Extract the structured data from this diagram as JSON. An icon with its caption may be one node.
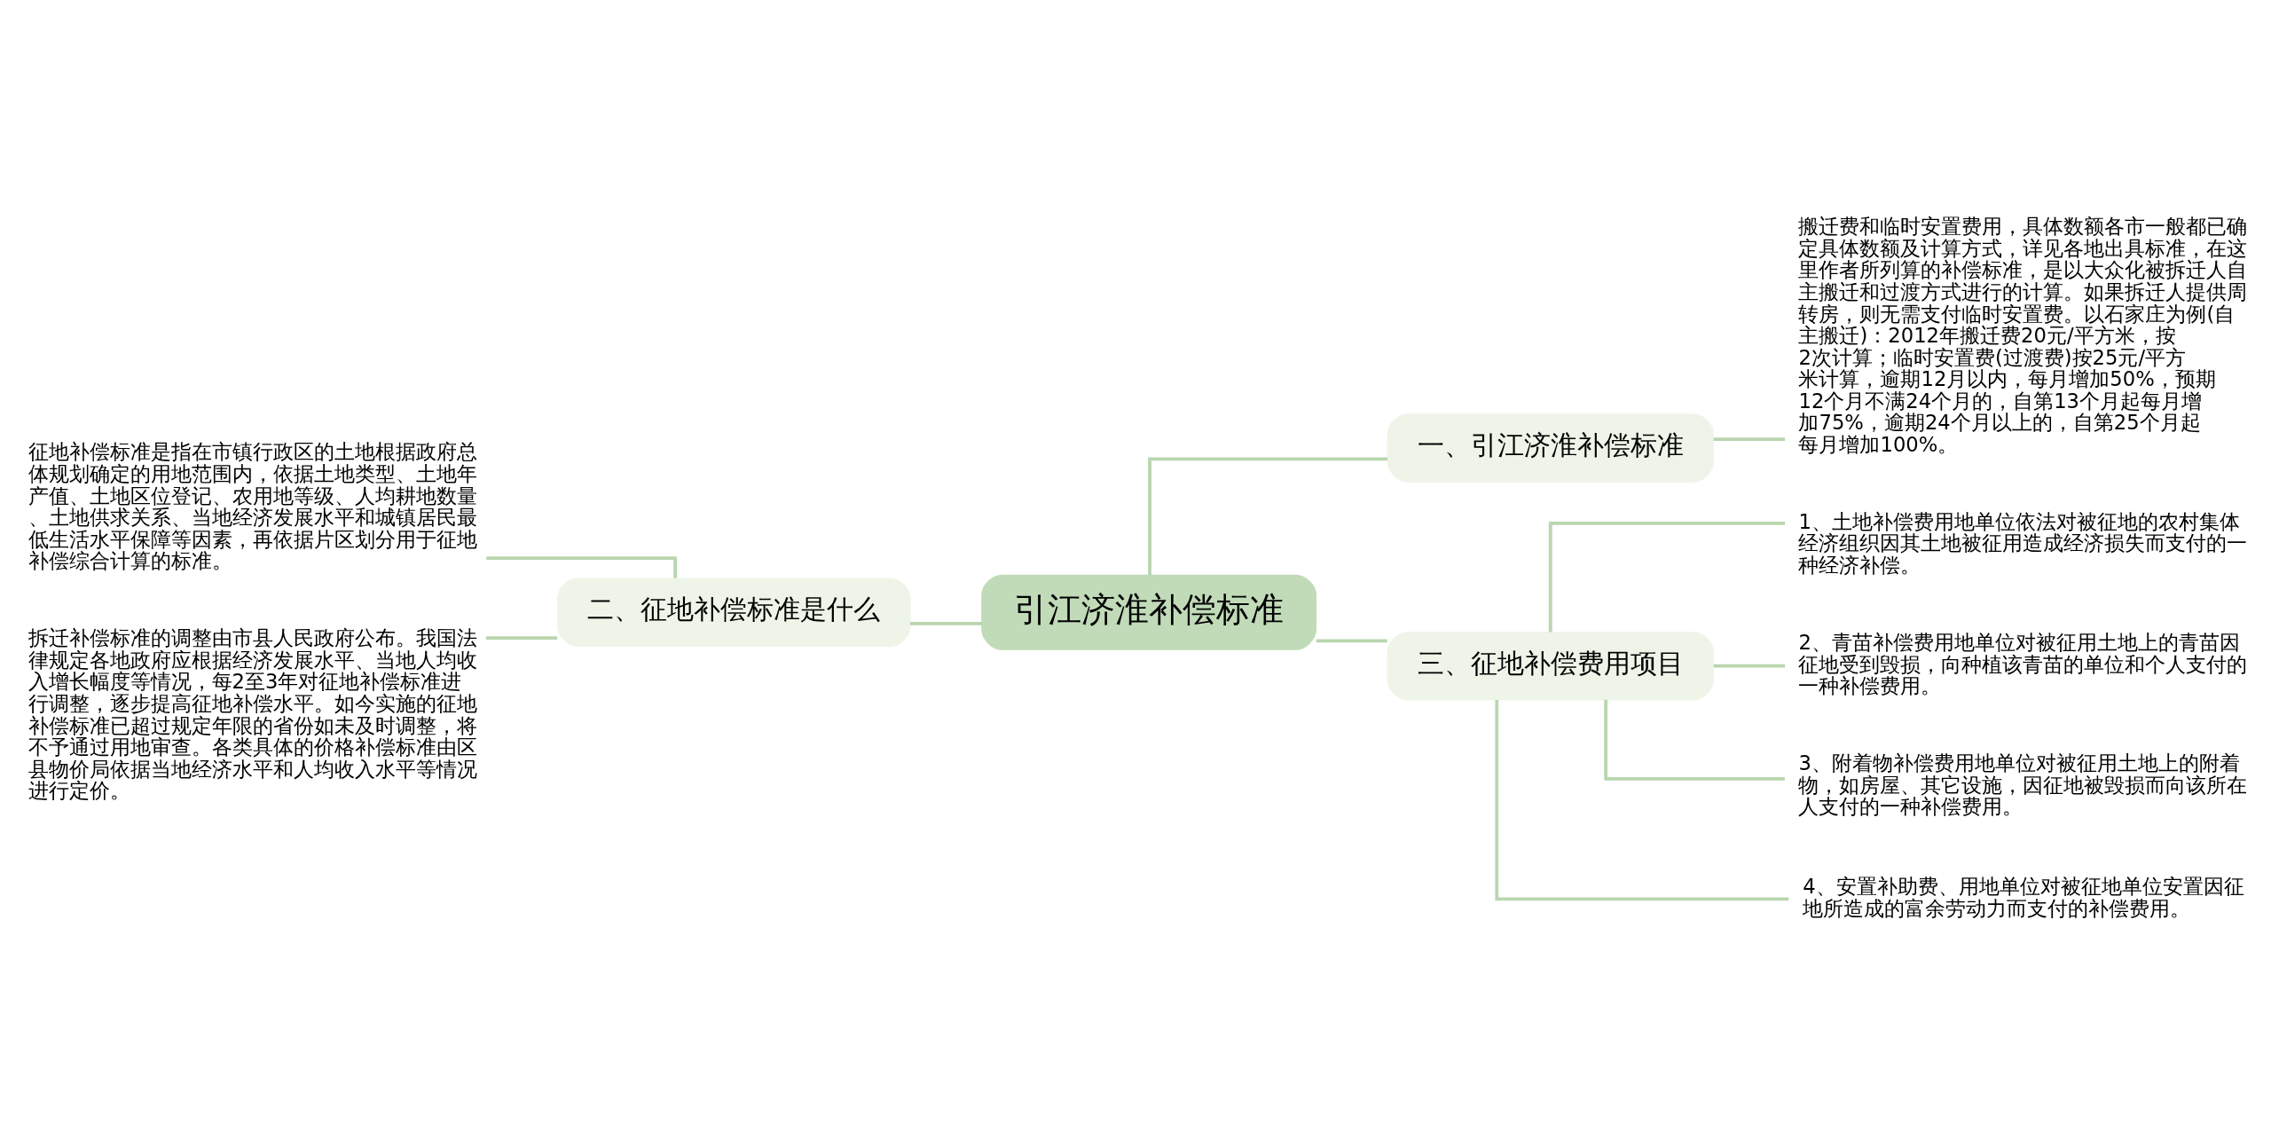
{
  "diagram": {
    "nodes": [
      {
        "text": [
          "引江济淮补偿标准"
        ]
      },
      {
        "text": [
          "一、引江济淮补偿标准"
        ]
      },
      {
        "text": [
          "二、征地补偿标准是什么"
        ]
      },
      {
        "text": [
          "三、征地补偿费用项目"
        ]
      },
      {
        "text": [
          "搬迁费和临时安置费用，具体数额各市一般都已确定具体数额及计算方式，详见各地出具标准，在这里作者所列算的补偿标准，是以大众化被拆迁人自主搬迁和过渡方式进行的计算。如果拆迁人提供周转房，则无需支付临时安置费。以石家庄为例(自主搬迁)：2012年搬迁费20元/平方米，按2次计算；临时安置费(过渡费)按25元/平方米计算，逾期12月以内，每月增加50%，预期12个月不满24个月的，自第13个月起每月增加75%，逾期24个月以上的，自第25个月起每月增加100%。"
        ]
      },
      {
        "text": [
          "征地补偿标准是指在市镇行政区的土地根据政府总体规划确定的用地范围内，依据土地类型、土地年产值、土地区位登记、农用地等级、人均耕地数量、土地供求关系、当地经济发展水平和城镇居民最低生活水平保障等因素，再依据片区划分用于征地补偿综合计算的标准。"
        ]
      },
      {
        "text": [
          "拆迁补偿标准的调整由市县人民政府公布。我国法律规定各地政府应根据经济发展水平、当地人均收入增长幅度等情况，每2至3年对征地补偿标准进行调整，逐步提高征地补偿水平。如今实施的征地补偿标准已超过规定年限的省份如未及时调整，将不予通过用地审查。各类具体的价格补偿标准由区县物价局依据当地经济水平和人均收入水平等情况进行定价。"
        ]
      },
      {
        "text": [
          "1、土地补偿费用地单位依法对被征地的农村集体经济组织因其土地被征用造成经济损失而支付的一种经济补偿。"
        ]
      },
      {
        "text": [
          "2、青苗补偿费用地单位对被征用土地上的青苗因征地受到毁损，向种植该青苗的单位和个人支付的一种补偿费用。"
        ]
      },
      {
        "text": [
          "3、附着物补偿费用地单位对被征用土地上的附着物，如房屋、其它设施，因征地被毁损而向该所在人支付的一种补偿费用。"
        ]
      },
      {
        "text": [
          "4、安置补助费、用地单位对被征地单位安置因征地所造成的富余劳动力而支付的补偿费用。"
        ]
      }
    ],
    "edges": [
      {
        "from": 0,
        "to": 1,
        "arrow": "none"
      },
      {
        "from": 0,
        "to": 2,
        "arrow": "none"
      },
      {
        "from": 0,
        "to": 3,
        "arrow": "none"
      },
      {
        "from": 1,
        "to": 4,
        "arrow": "none"
      },
      {
        "from": 2,
        "to": 5,
        "arrow": "none"
      },
      {
        "from": 2,
        "to": 6,
        "arrow": "none"
      },
      {
        "from": 3,
        "to": 7,
        "arrow": "none"
      },
      {
        "from": 3,
        "to": 8,
        "arrow": "none"
      },
      {
        "from": 3,
        "to": 9,
        "arrow": "none"
      },
      {
        "from": 3,
        "to": 10,
        "arrow": "none"
      }
    ]
  }
}
